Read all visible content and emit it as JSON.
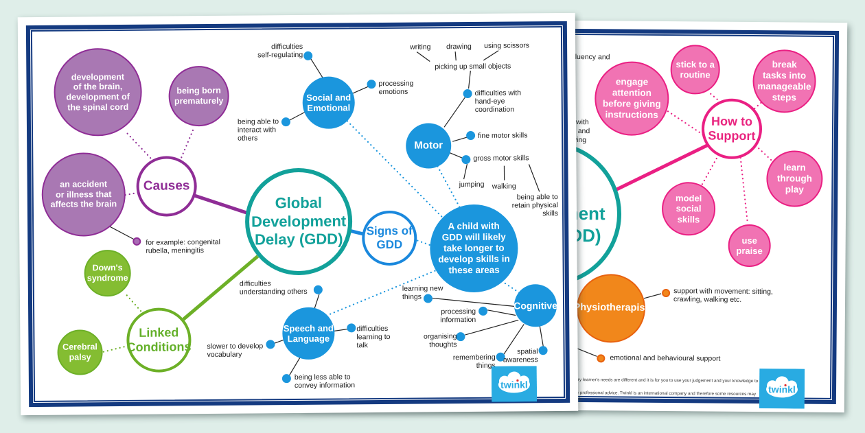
{
  "colors": {
    "background": "#dfeee9",
    "frame_navy": "#143a80",
    "teal": "#12a19a",
    "blue_fill": "#1b96dd",
    "blue_outline": "#1a88dd",
    "purple_fill": "#a978b3",
    "purple_border": "#8f2d96",
    "green_fill": "#84bd32",
    "green_border": "#6db027",
    "pink_fill": "#f173b3",
    "pink_border": "#ea1f83",
    "orange_fill": "#f1871b",
    "orange_border": "#e8610e",
    "twinkl_blue": "#29abe2"
  },
  "p1": {
    "gdd": "Global\nDevelopment\nDelay (GDD)",
    "causes": "Causes",
    "causes_brain": "development\nof the brain,\ndevelopment of\nthe spinal cord",
    "causes_premature": "being born\nprematurely",
    "causes_accident": "an accident\nor illness that\naffects the brain",
    "causes_example": "for example: congenital\nrubella, meningitis",
    "linked": "Linked\nConditions",
    "linked_downs": "Down's\nsyndrome",
    "linked_cerebral": "Cerebral\npalsy",
    "signs": "Signs of\nGDD",
    "child": "A child with\nGDD will likely\ntake longer to\ndevelop skills in\nthese areas",
    "social": "Social and\nEmotional",
    "social_selfreg": "difficulties\nself-regulating",
    "social_emotions": "processing\nemotions",
    "social_interact": "being able to\ninteract with\nothers",
    "motor": "Motor",
    "motor_writing": "writing",
    "motor_drawing": "drawing",
    "motor_scissors": "using scissors",
    "motor_picking": "picking up small objects",
    "motor_handeye": "difficulties with\nhand-eye\ncoordination",
    "motor_fine": "fine motor skills",
    "motor_gross": "gross motor skills",
    "motor_jumping": "jumping",
    "motor_walking": "walking",
    "motor_retain": "being able to\nretain physical\nskills",
    "speech": "Speech and\nLanguage",
    "speech_understanding": "difficulties\nunderstanding others",
    "speech_vocabulary": "slower to develop\nvocabulary",
    "speech_talk": "difficulties\nlearning to\ntalk",
    "speech_convey": "being less able to\nconvey information",
    "cognitive": "Cognitive",
    "cog_learning": "learning new\nthings",
    "cog_processing": "processing\ninformation",
    "cog_organising": "organising\nthoughts",
    "cog_remembering": "remembering\nthings",
    "cog_spatial": "spatial\nawareness",
    "logo": "twinkl"
  },
  "p2": {
    "howto": "How to\nSupport",
    "engage": "engage\nattention\nbefore giving\ninstructions",
    "stick": "stick to a\nroutine",
    "break_tasks": "break\ntasks into\nmanageable\nsteps",
    "learn": "learn\nthrough\nplay",
    "model": "model\nsocial\nskills",
    "praise": "use\npraise",
    "gdd": "Global\nDevelopment\nDelay (GDD)",
    "physio": "Physiotherapist",
    "physio_movement": "support with movement: sitting,\ncrawling, walking etc.",
    "physio_emotional": "emotional and behavioural support",
    "frag_fluency": "fluency and",
    "frag_with": "with",
    "frag_gand": "g and",
    "frag_ving": "ving",
    "smallprint": "d every learner's needs are different and it is for you to use your judgement and your knowledge to con-\nstitute professional advice. Twinkl is an international company and therefore some resources may feature",
    "logo": "twinkl"
  }
}
